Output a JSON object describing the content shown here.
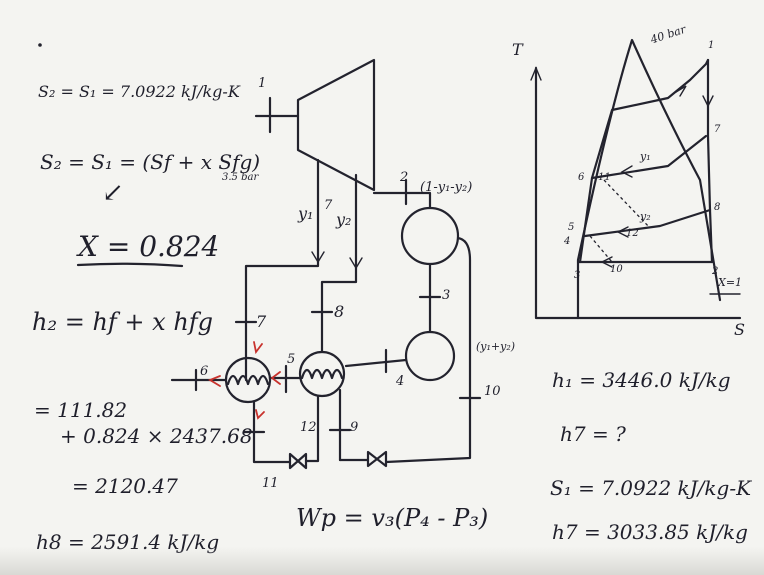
{
  "left_equations": {
    "s2_eq": "S₂ = S₁ = 7.0922 kJ/kg-K",
    "s2_expr": "S₂ = S₁ = (Sf + x Sfg)",
    "s2_expr_sub": "3.5 bar",
    "x_value": "X = 0.824",
    "h2_formula": "h₂ = hf + x hfg",
    "h2_calc1": "= 111.82",
    "h2_calc2": "+ 0.824 × 2437.68",
    "h2_calc3": "= 2120.47",
    "h8_value": "h8 = 2591.4 kJ/kg"
  },
  "cycle_labels": {
    "n1": "1",
    "n2": "2",
    "n3": "3",
    "n4": "4",
    "n5": "5",
    "n6": "6",
    "n7": "7",
    "n8": "8",
    "n9": "9",
    "n10": "10",
    "n11": "11",
    "n12": "12",
    "y1": "y₁",
    "y2": "y₂",
    "frac_main": "(1-y₁-y₂)",
    "frac_sum": "(y₁+y₂)",
    "pump_work": "Wp = v₃(P₄ - P₃)"
  },
  "ts_diagram": {
    "axis_t": "T",
    "axis_s": "S",
    "pressure": "40 bar",
    "quality": "X=1",
    "p1": "1",
    "p2": "2",
    "p3": "3",
    "p4": "4",
    "p5": "5",
    "p6": "6",
    "p7": "7",
    "p8": "8",
    "p10": "10",
    "p11": "11",
    "p12": "12",
    "y1": "y₁",
    "y2": "y₂"
  },
  "right_values": {
    "h1": "h₁ = 3446.0 kJ/kg",
    "h7q": "h7 = ?",
    "s1": "S₁ = 7.0922 kJ/kg-K",
    "h7": "h7 = 3033.85 kJ/kg"
  }
}
